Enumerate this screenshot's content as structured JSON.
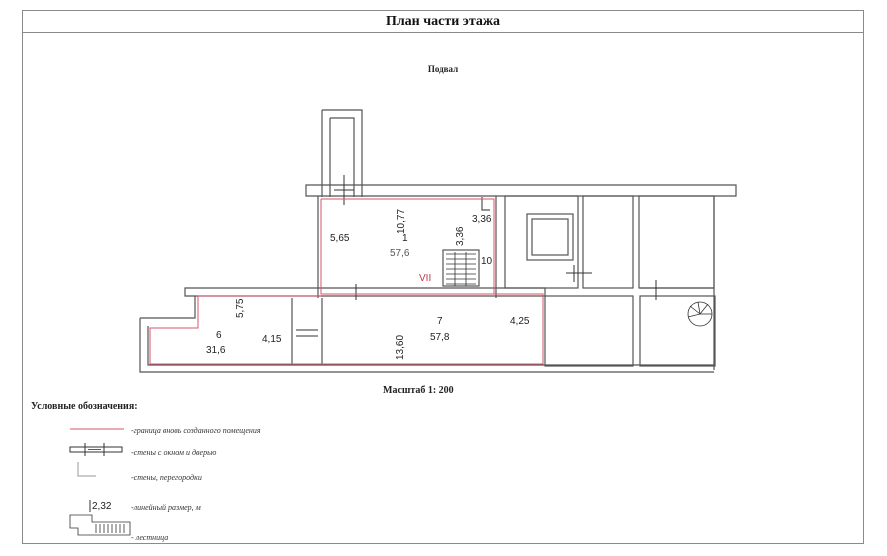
{
  "sheet": {
    "title": "План части этажа",
    "floor_label": "Подвал",
    "scale": "Масштаб 1: 200"
  },
  "plan": {
    "rooms": [
      {
        "number": "1",
        "area": "57,6"
      },
      {
        "number": "6",
        "area": "31,6"
      },
      {
        "number": "7",
        "area": "57,8"
      },
      {
        "number": "10",
        "area": ""
      }
    ],
    "dimensions": [
      "10,77",
      "5,65",
      "3,36",
      "3,36",
      "5,75",
      "4,15",
      "13,60",
      "4,25"
    ],
    "section_mark": "VII"
  },
  "legend": {
    "title": "Условные обозначения:",
    "items": [
      {
        "icon": "red-boundary-line-icon",
        "text": "-граница вновь созданного помещения"
      },
      {
        "icon": "wall-window-door-icon",
        "text": "-стены с окном и дверью"
      },
      {
        "icon": "wall-partition-icon",
        "text": "-стены, перегородки"
      },
      {
        "icon": "linear-dimension-icon",
        "text": "-линейный размер, м",
        "sample_value": "2,32"
      },
      {
        "icon": "stairs-icon",
        "text": "- лестница"
      }
    ]
  },
  "colors": {
    "boundary": "#d9556b",
    "wall": "#555555",
    "hatch": "#333333"
  }
}
